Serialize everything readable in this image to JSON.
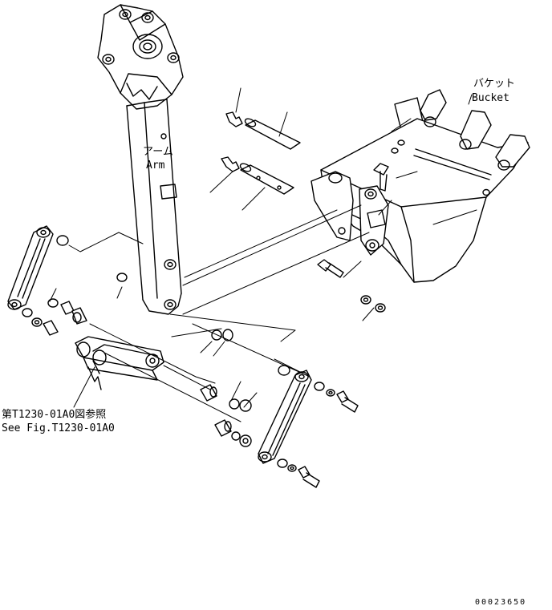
{
  "labels": {
    "bucket_jp": "バケット",
    "bucket_en": "Bucket",
    "arm_jp": "アーム",
    "arm_en": "Arm",
    "ref_jp": "第T1230-01A0図参照",
    "ref_en": "See Fig.T1230-01A0"
  },
  "drawing_code": "00023650",
  "colors": {
    "line": "#000000",
    "background": "#ffffff"
  }
}
